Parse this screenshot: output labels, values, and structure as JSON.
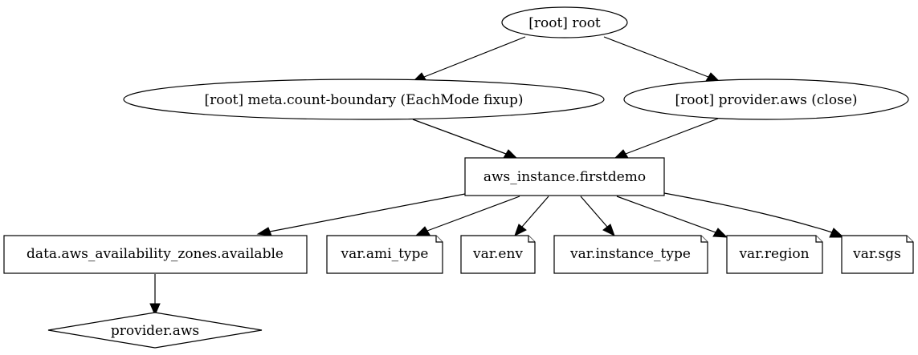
{
  "graph": {
    "nodes": {
      "root": {
        "label": "[root] root",
        "shape": "ellipse"
      },
      "meta_count_boundary": {
        "label": "[root] meta.count-boundary (EachMode fixup)",
        "shape": "ellipse"
      },
      "provider_aws_close": {
        "label": "[root] provider.aws (close)",
        "shape": "ellipse"
      },
      "aws_instance_firstdemo": {
        "label": "aws_instance.firstdemo",
        "shape": "box"
      },
      "data_aws_availability_zones": {
        "label": "data.aws_availability_zones.available",
        "shape": "box"
      },
      "var_ami_type": {
        "label": "var.ami_type",
        "shape": "note"
      },
      "var_env": {
        "label": "var.env",
        "shape": "note"
      },
      "var_instance_type": {
        "label": "var.instance_type",
        "shape": "note"
      },
      "var_region": {
        "label": "var.region",
        "shape": "note"
      },
      "var_sgs": {
        "label": "var.sgs",
        "shape": "note"
      },
      "provider_aws": {
        "label": "provider.aws",
        "shape": "diamond"
      }
    },
    "edges": [
      {
        "from": "root",
        "to": "meta_count_boundary"
      },
      {
        "from": "root",
        "to": "provider_aws_close"
      },
      {
        "from": "meta_count_boundary",
        "to": "aws_instance_firstdemo"
      },
      {
        "from": "provider_aws_close",
        "to": "aws_instance_firstdemo"
      },
      {
        "from": "aws_instance_firstdemo",
        "to": "data_aws_availability_zones"
      },
      {
        "from": "aws_instance_firstdemo",
        "to": "var_ami_type"
      },
      {
        "from": "aws_instance_firstdemo",
        "to": "var_env"
      },
      {
        "from": "aws_instance_firstdemo",
        "to": "var_instance_type"
      },
      {
        "from": "aws_instance_firstdemo",
        "to": "var_region"
      },
      {
        "from": "aws_instance_firstdemo",
        "to": "var_sgs"
      },
      {
        "from": "data_aws_availability_zones",
        "to": "provider_aws"
      }
    ]
  }
}
